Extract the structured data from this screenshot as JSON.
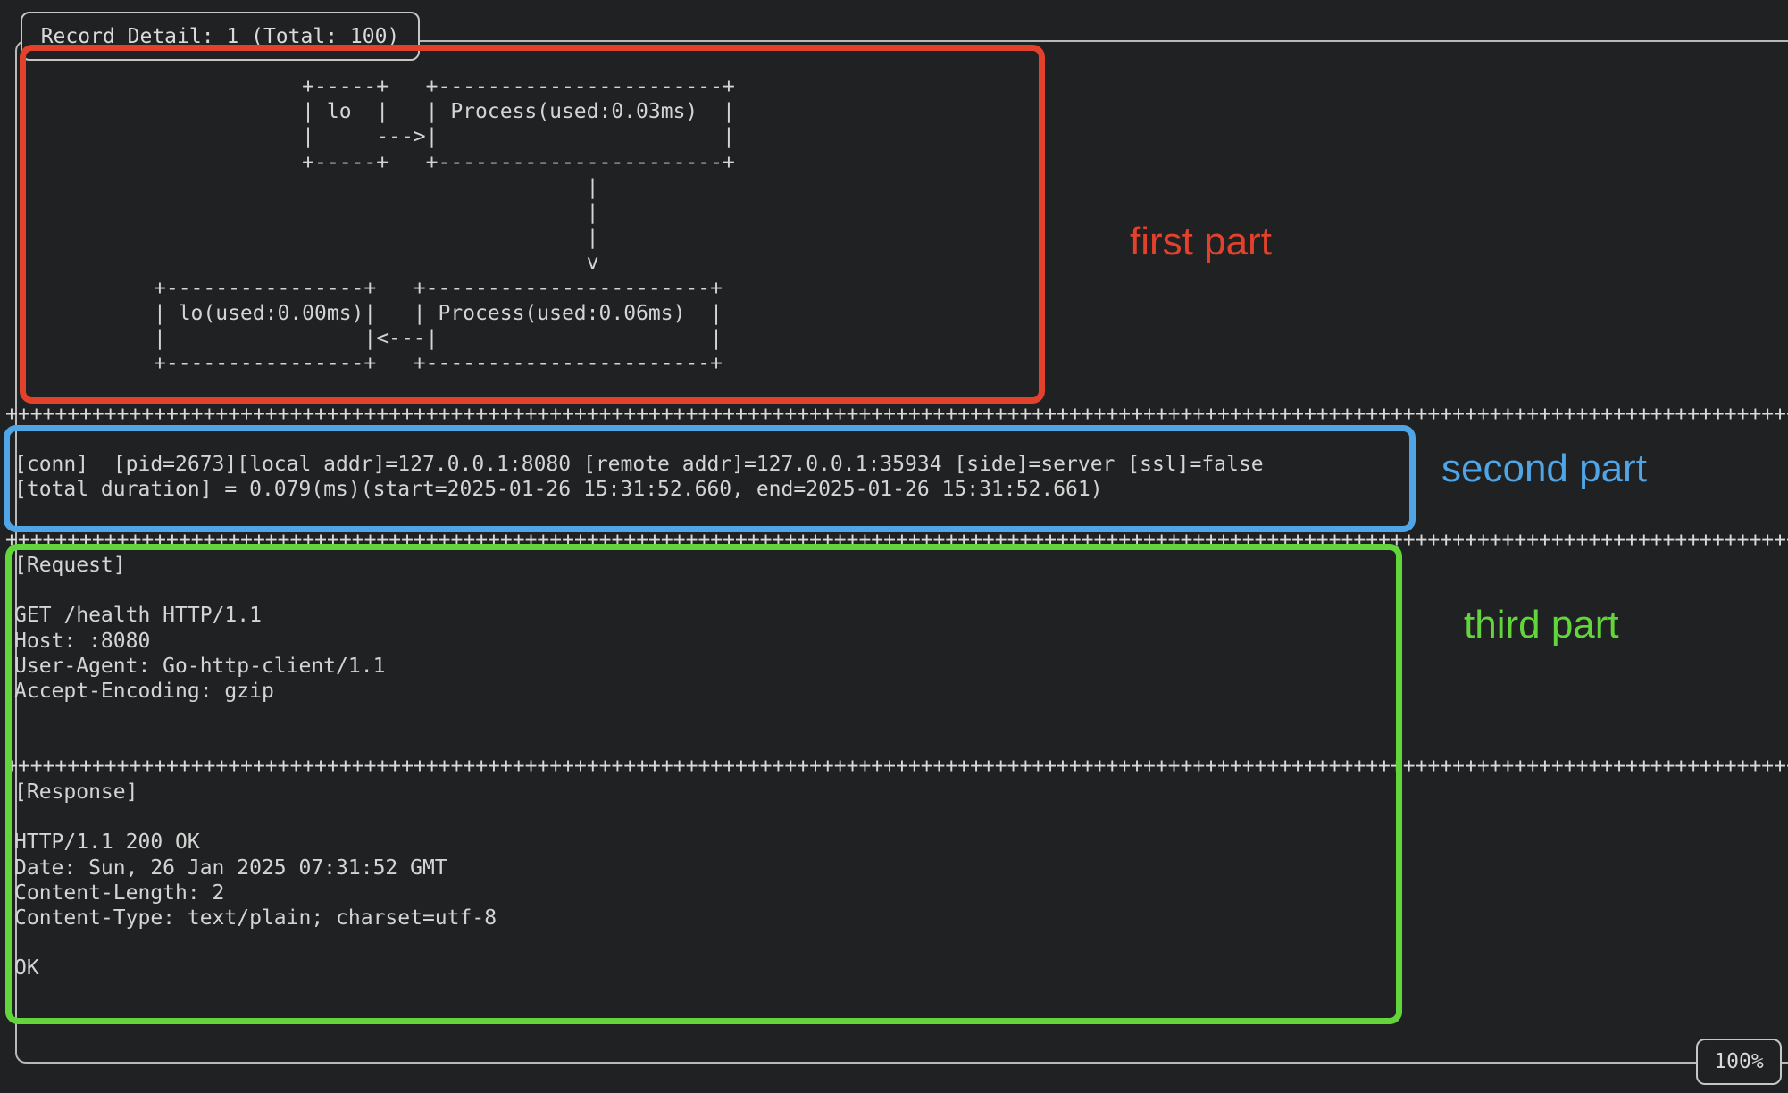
{
  "frame": {
    "title": "Record Detail: 1 (Total: 100)",
    "scroll_percent": "100%"
  },
  "terminal": {
    "diagram_art": "            +-----+   +-----------------------+\n            | lo  |   | Process(used:0.03ms)  |\n            |     --->|                       |\n            +-----+   +-----------------------+\n                                   |\n                                   |\n                                   |\n                                   v\n+----------------+   +-----------------------+\n| lo(used:0.00ms)|   | Process(used:0.06ms)  |\n|                |<---|                      |\n+----------------+   +-----------------------+",
    "separator_row": "++++++++++++++++++++++++++++++++++++++++++++++++++++++++++++++++++++++++++++++++++++++++++++++++++++++++++++++++++++++++++++++++++++++++++++++++++",
    "conn_line1": "[conn]  [pid=2673][local addr]=127.0.0.1:8080 [remote addr]=127.0.0.1:35934 [side]=server [ssl]=false",
    "conn_line2": "[total duration] = 0.079(ms)(start=2025-01-26 15:31:52.660, end=2025-01-26 15:31:52.661)",
    "request_block": "[Request]\n\nGET /health HTTP/1.1\nHost: :8080\nUser-Agent: Go-http-client/1.1\nAccept-Encoding: gzip",
    "response_block": "[Response]\n\nHTTP/1.1 200 OK\nDate: Sun, 26 Jan 2025 07:31:52 GMT\nContent-Length: 2\nContent-Type: text/plain; charset=utf-8\n\nOK"
  },
  "annotations": {
    "first": {
      "label": "first part",
      "color": "#e2412c"
    },
    "second": {
      "label": "second part",
      "color": "#4fa5e5"
    },
    "third": {
      "label": "third part",
      "color": "#61d53a"
    }
  }
}
